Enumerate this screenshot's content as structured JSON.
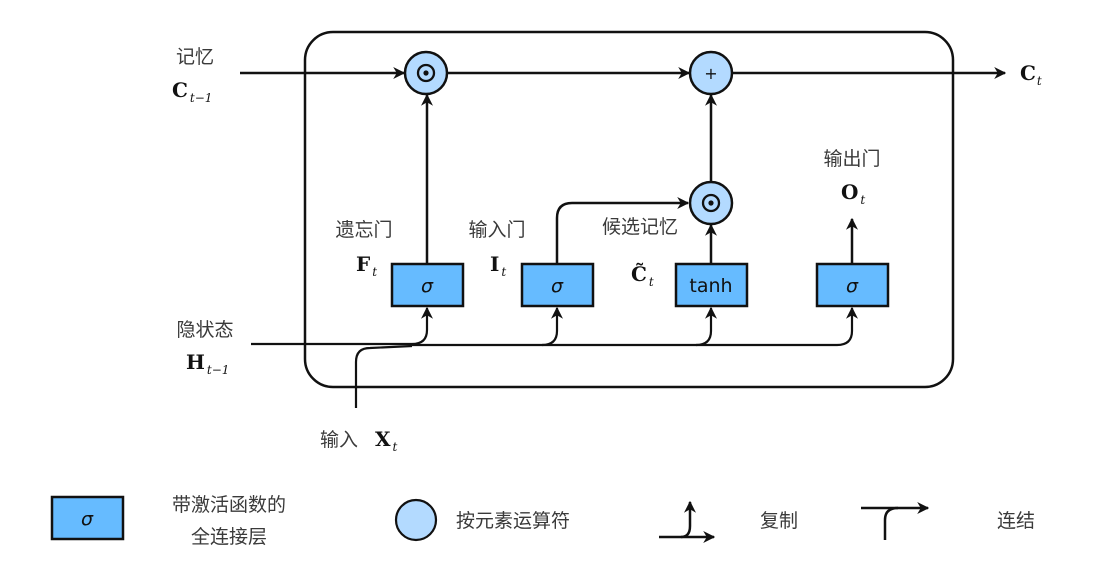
{
  "diagram": {
    "title": "LSTM cell",
    "colors": {
      "layer_fill": "#66bbff",
      "operator_fill": "#b3daff",
      "stroke": "#111111"
    },
    "inputs": {
      "memory": {
        "label": "记忆",
        "symbol": "C",
        "subscript": "t−1"
      },
      "hidden": {
        "label": "隐状态",
        "symbol": "H",
        "subscript": "t−1"
      },
      "x": {
        "label": "输入",
        "symbol": "X",
        "subscript": "t"
      }
    },
    "output": {
      "symbol": "C",
      "subscript": "t"
    },
    "gates": [
      {
        "name": "forget",
        "label": "遗忘门",
        "symbol": "F",
        "subscript": "t",
        "activation": "σ"
      },
      {
        "name": "input",
        "label": "输入门",
        "symbol": "I",
        "subscript": "t",
        "activation": "σ"
      },
      {
        "name": "candidate",
        "label": "候选记忆",
        "symbol": "C̃",
        "subscript": "t",
        "activation": "tanh"
      },
      {
        "name": "output",
        "label": "输出门",
        "symbol": "O",
        "subscript": "t",
        "activation": "σ"
      }
    ],
    "operators": [
      {
        "name": "forget-multiply",
        "symbol": "⊙"
      },
      {
        "name": "memory-add",
        "symbol": "+"
      },
      {
        "name": "input-multiply",
        "symbol": "⊙"
      }
    ]
  },
  "legend": {
    "layer": {
      "symbol": "σ",
      "label_line1": "带激活函数的",
      "label_line2": "全连接层"
    },
    "operator": {
      "label": "按元素运算符"
    },
    "copy": {
      "label": "复制"
    },
    "concat": {
      "label": "连结"
    }
  }
}
